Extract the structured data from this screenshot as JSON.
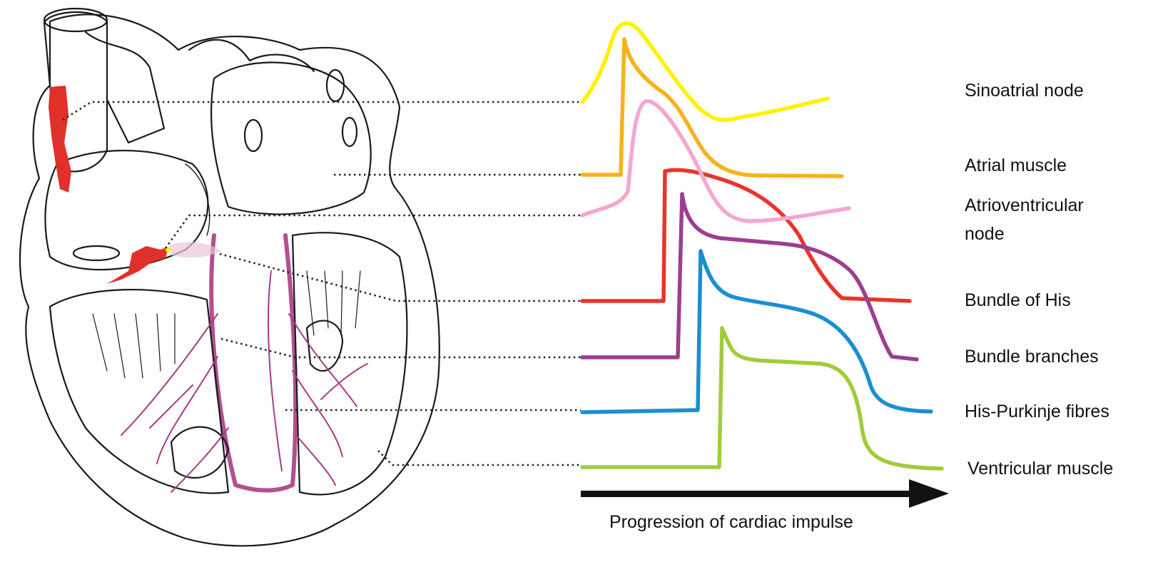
{
  "labels": {
    "sinoatrial": "Sinoatrial node",
    "atrial": "Atrial muscle",
    "av_line1": "Atrioventricular",
    "av_line2": "node",
    "his": "Bundle of His",
    "branches": "Bundle branches",
    "purkinje": "His-Purkinje fibres",
    "ventricular": "Ventricular muscle",
    "axis": "Progression of cardiac impulse"
  },
  "colors": {
    "sinoatrial": "#fff200",
    "atrial": "#f7b21c",
    "av": "#f4a7cf",
    "his": "#e8352b",
    "branches": "#9b3f8f",
    "purkinje": "#1a8fd1",
    "ventricular": "#9fcd3a",
    "tissue_red": "#e0302a",
    "fibres": "#a83a86"
  }
}
